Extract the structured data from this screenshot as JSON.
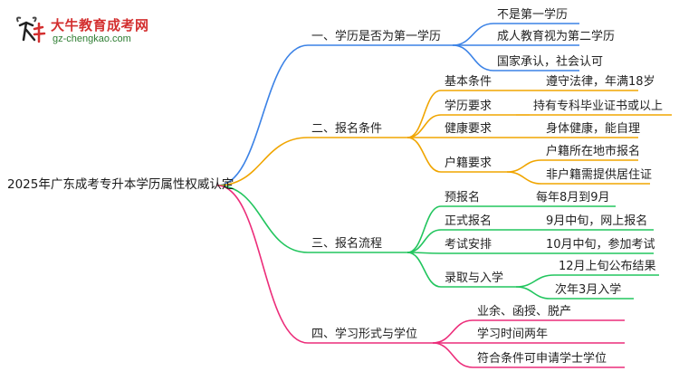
{
  "logo": {
    "name": "大牛教育成考网",
    "url": "gz-chengkao.com"
  },
  "root": "2025年广东成考专升本学历属性权威认定",
  "branches": [
    {
      "label": "一、学历是否为第一学历",
      "color": "#3b82e6",
      "children": [
        {
          "label": "不是第一学历"
        },
        {
          "label": "成人教育视为第二学历"
        },
        {
          "label": "国家承认，社会认可"
        }
      ]
    },
    {
      "label": "二、报名条件",
      "color": "#f0a500",
      "children": [
        {
          "label": "基本条件",
          "children": [
            {
              "label": "遵守法律，年满18岁"
            }
          ]
        },
        {
          "label": "学历要求",
          "children": [
            {
              "label": "持有专科毕业证书或以上"
            }
          ]
        },
        {
          "label": "健康要求",
          "children": [
            {
              "label": "身体健康，能自理"
            }
          ]
        },
        {
          "label": "户籍要求",
          "children": [
            {
              "label": "户籍所在地市报名"
            },
            {
              "label": "非户籍需提供居住证"
            }
          ]
        }
      ]
    },
    {
      "label": "三、报名流程",
      "color": "#22c55e",
      "children": [
        {
          "label": "预报名",
          "children": [
            {
              "label": "每年8月到9月"
            }
          ]
        },
        {
          "label": "正式报名",
          "children": [
            {
              "label": "9月中旬，网上报名"
            }
          ]
        },
        {
          "label": "考试安排",
          "children": [
            {
              "label": "10月中旬，参加考试"
            }
          ]
        },
        {
          "label": "录取与入学",
          "children": [
            {
              "label": "12月上旬公布结果"
            },
            {
              "label": "次年3月入学"
            }
          ]
        }
      ]
    },
    {
      "label": "四、学习形式与学位",
      "color": "#ec2d7a",
      "children": [
        {
          "label": "业余、函授、脱产"
        },
        {
          "label": "学习时间两年"
        },
        {
          "label": "符合条件可申请学士学位"
        }
      ]
    }
  ]
}
